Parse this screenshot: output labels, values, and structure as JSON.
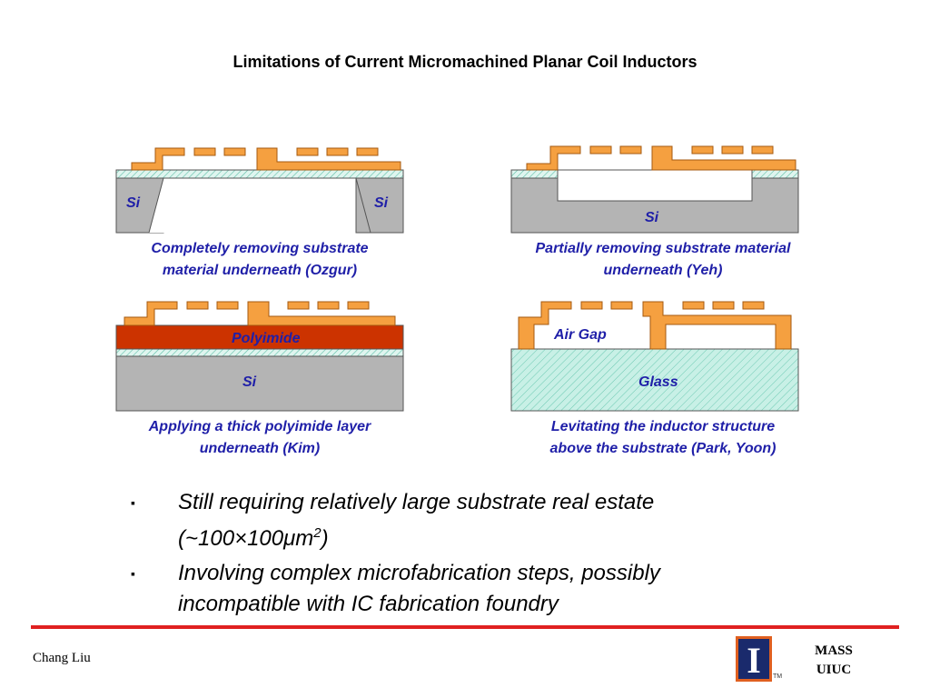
{
  "slide": {
    "title": "Limitations of Current Micromachined Planar Coil Inductors"
  },
  "diagrams": {
    "top_left": {
      "left_label": "Si",
      "right_label": "Si",
      "caption_line1": "Completely removing substrate",
      "caption_line2": "material underneath (Ozgur)"
    },
    "top_right": {
      "label": "Si",
      "caption_line1": "Partially removing substrate material",
      "caption_line2": "underneath (Yeh)"
    },
    "bottom_left": {
      "layer_label": "Polyimide",
      "substrate_label": "Si",
      "caption_line1": "Applying a thick polyimide layer",
      "caption_line2": "underneath (Kim)"
    },
    "bottom_right": {
      "gap_label": "Air Gap",
      "substrate_label": "Glass",
      "caption_line1": "Levitating the inductor structure",
      "caption_line2": "above the substrate (Park, Yoon)"
    }
  },
  "bullets": {
    "b1_line1": "Still requiring relatively large substrate real estate",
    "b1_prefix": "(~100",
    "b1_times": "×",
    "b1_mid": "100",
    "b1_mu": "μ",
    "b1_m": "m",
    "b1_sup": "2",
    "b1_suffix": ")",
    "b2_line1": "Involving complex microfabrication steps, possibly",
    "b2_line2": "incompatible with IC fabrication foundry",
    "marker": "▪"
  },
  "footer": {
    "author": "Chang Liu",
    "org_line1": "MASS",
    "org_line2": "UIUC",
    "logo_letter": "I",
    "tm": "TM"
  },
  "colors": {
    "metal": "#f5a040",
    "silicon": "#b4b4b4",
    "polyimide": "#cc3300",
    "glass": "#c8f0e6",
    "caption": "#1f1fa8",
    "rule": "#e02020",
    "logo_blue": "#1a2a6c",
    "logo_orange": "#e06020"
  }
}
